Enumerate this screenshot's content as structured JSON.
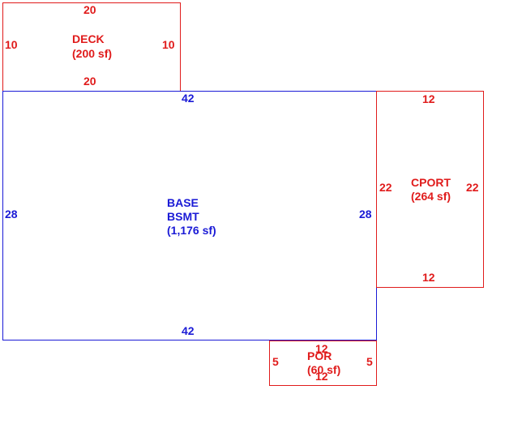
{
  "colors": {
    "secondary_area": "#e01b1b",
    "primary_area": "#1a1ad6",
    "background": "#ffffff"
  },
  "areas": {
    "deck": {
      "name": "DECK",
      "size": "(200 sf)",
      "top": "20",
      "bottom": "20",
      "left": "10",
      "right": "10"
    },
    "base": {
      "name_line1": "BASE",
      "name_line2": "BSMT",
      "size": "(1,176 sf)",
      "top": "42",
      "bottom": "42",
      "left": "28",
      "right": "28"
    },
    "cport": {
      "name": "CPORT",
      "size": "(264 sf)",
      "top": "12",
      "bottom": "12",
      "left": "22",
      "right": "22"
    },
    "por": {
      "name": "POR",
      "size": "(60 sf)",
      "top": "12",
      "bottom": "12",
      "left": "5",
      "right": "5"
    }
  }
}
